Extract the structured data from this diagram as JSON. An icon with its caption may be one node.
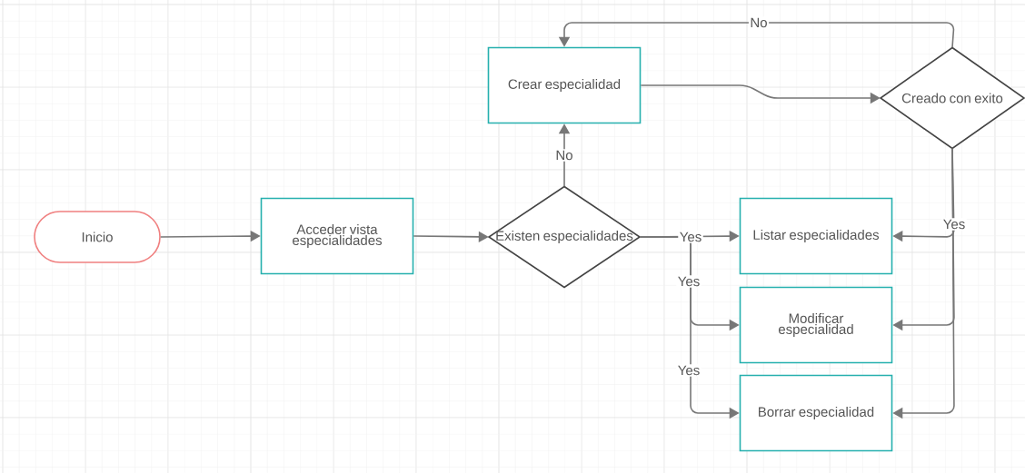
{
  "diagram": {
    "nodes": [
      {
        "text": [
          "Inicio"
        ]
      },
      {
        "text": [
          "Acceder vista especialidades"
        ]
      },
      {
        "text": [
          "Existen especialidades"
        ]
      },
      {
        "text": [
          "Crear especialidad"
        ]
      },
      {
        "text": [
          "Creado con exito"
        ]
      },
      {
        "text": [
          "Listar especialidades"
        ]
      },
      {
        "text": [
          "Modificar especialidad"
        ]
      },
      {
        "text": [
          "Borrar especialidad"
        ]
      }
    ],
    "edges": [
      {
        "from": 0,
        "to": 1,
        "arrow": "to"
      },
      {
        "from": 1,
        "to": 2,
        "arrow": "to"
      },
      {
        "from": 2,
        "to": 3,
        "arrow": "to",
        "label": "No"
      },
      {
        "from": 3,
        "to": 4,
        "arrow": "to"
      },
      {
        "from": 4,
        "to": 3,
        "arrow": "to",
        "label": "No"
      },
      {
        "from": 2,
        "to": 5,
        "arrow": "to",
        "label": "Yes"
      },
      {
        "from": 2,
        "to": 6,
        "arrow": "to",
        "label": "Yes"
      },
      {
        "from": 2,
        "to": 7,
        "arrow": "to",
        "label": "Yes"
      },
      {
        "from": 4,
        "to": 5,
        "arrow": "to",
        "label": "Yes"
      },
      {
        "from": 4,
        "to": 6,
        "arrow": "to"
      },
      {
        "from": 4,
        "to": 7,
        "arrow": "to"
      }
    ]
  }
}
